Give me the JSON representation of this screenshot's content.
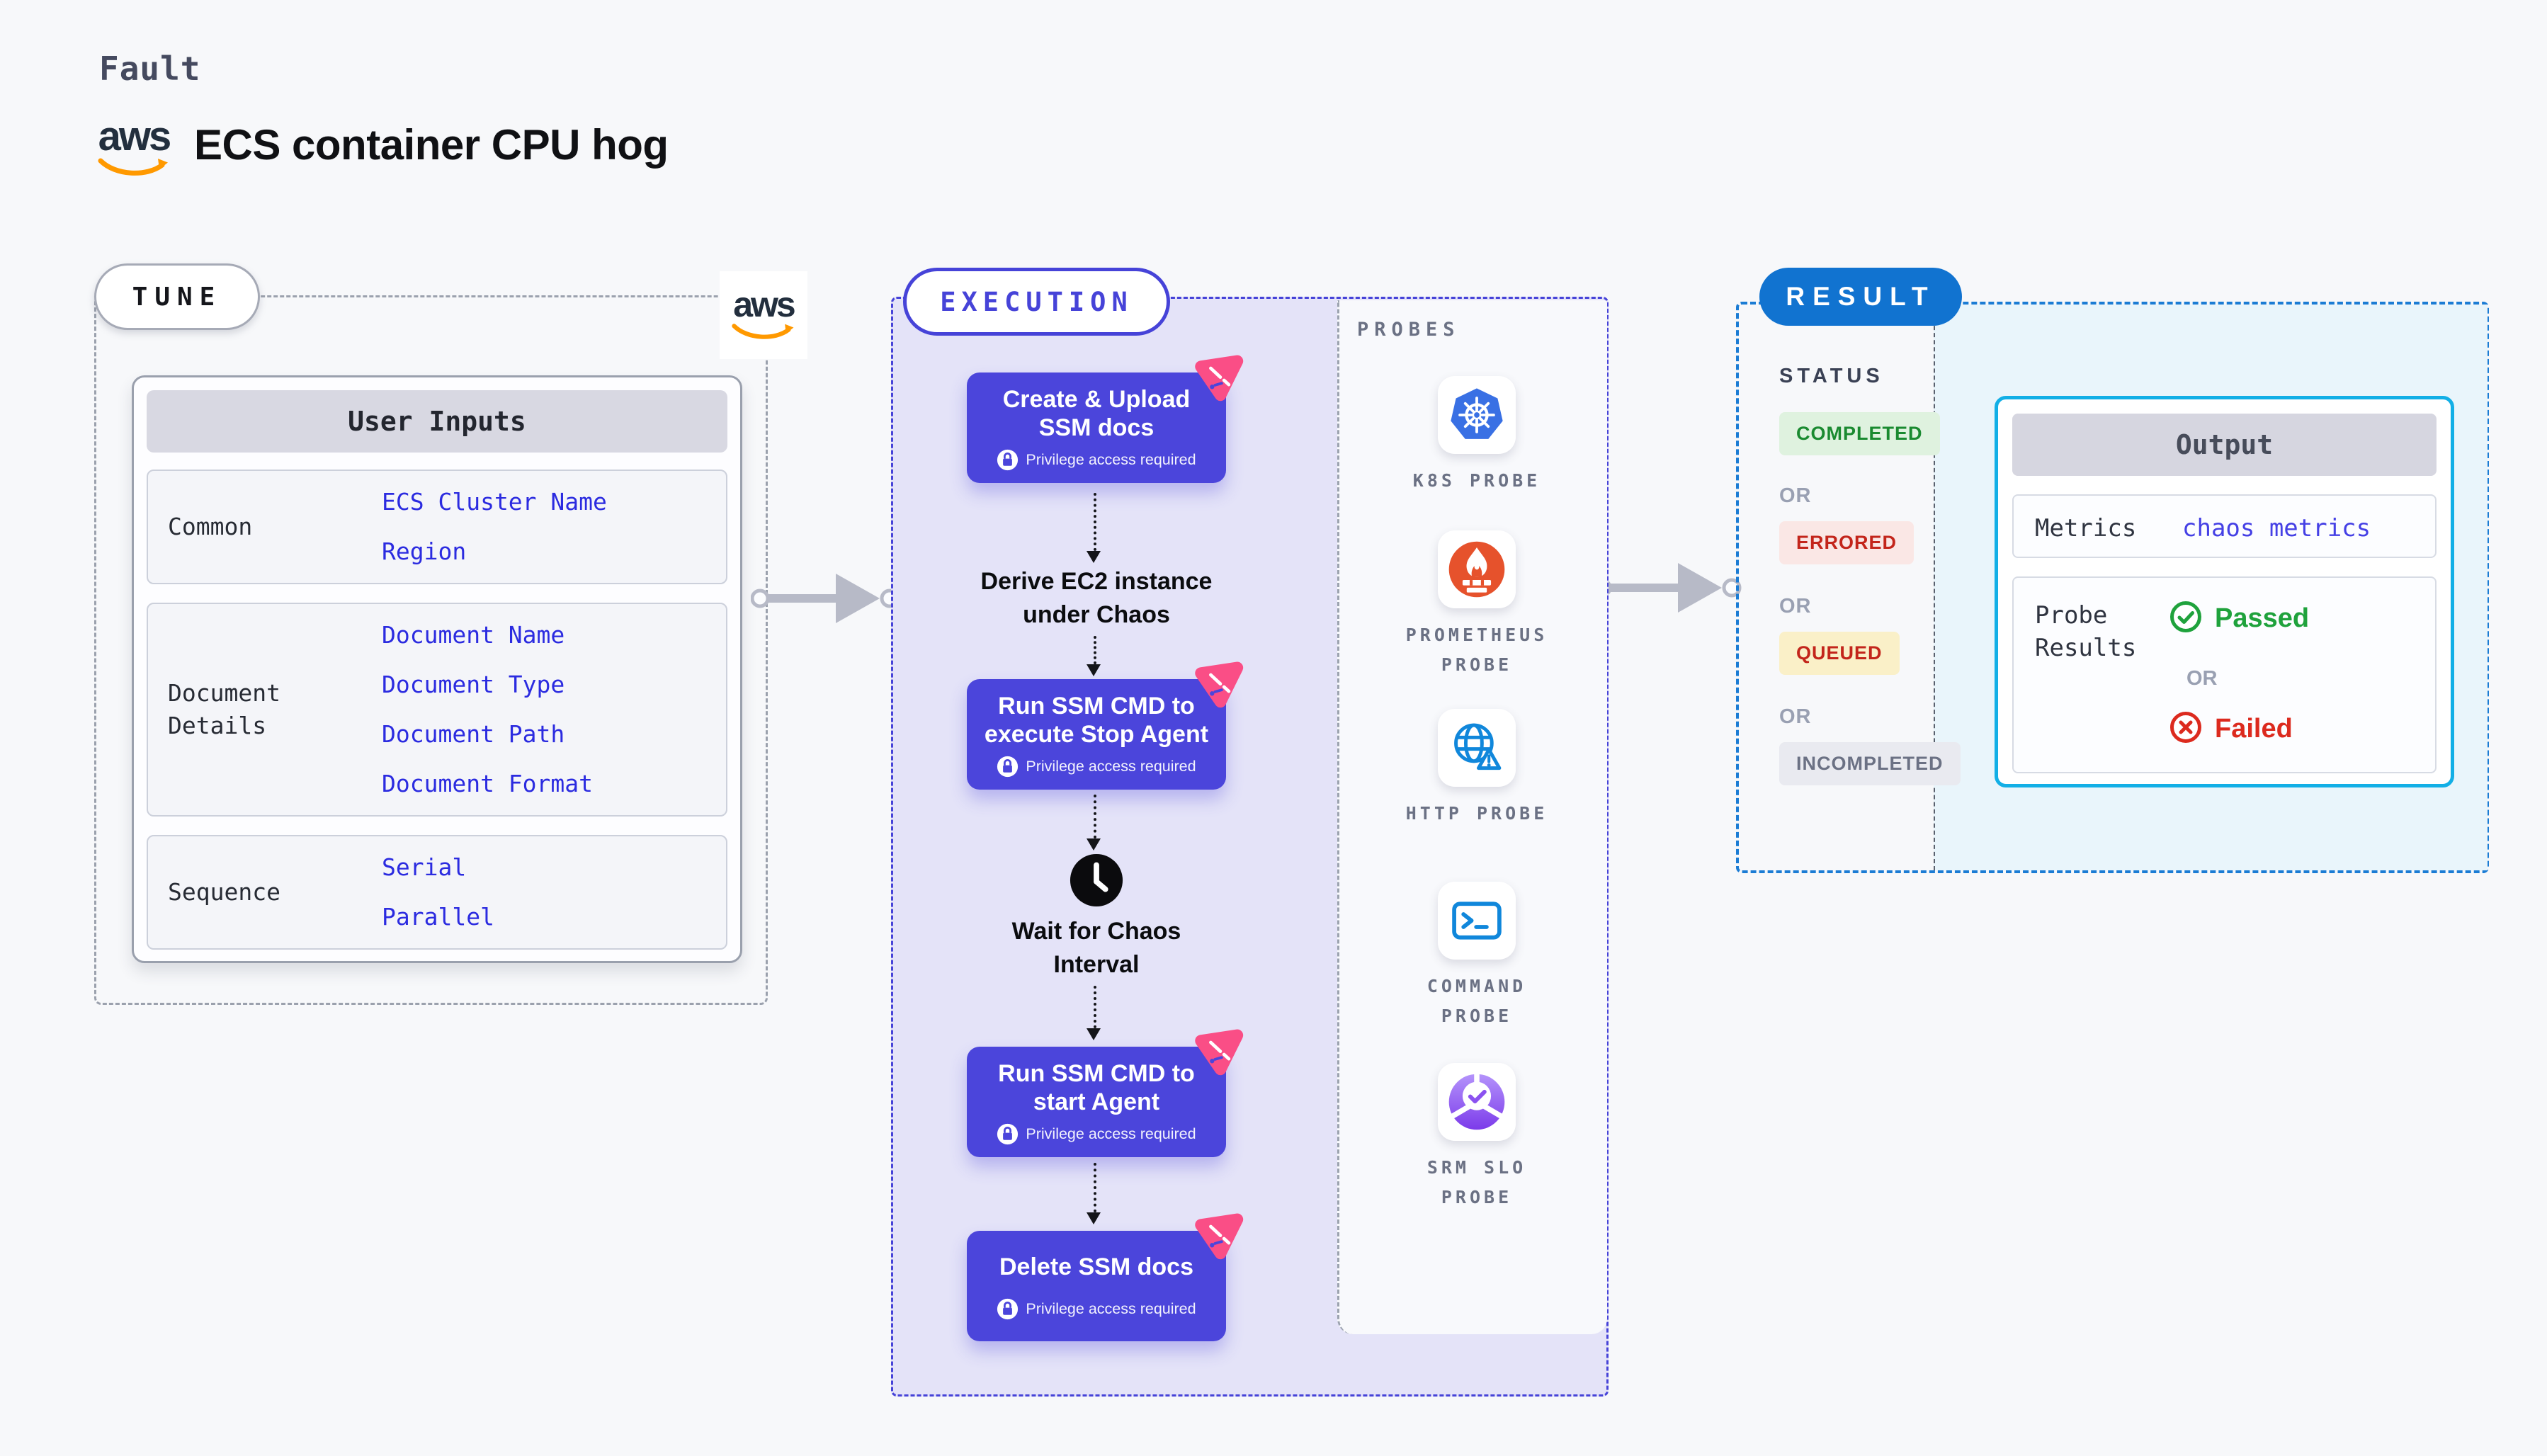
{
  "header": {
    "eyebrow": "Fault",
    "title": "ECS container CPU hog"
  },
  "aws": {
    "text": "aws"
  },
  "tune": {
    "label": "TUNE",
    "user_inputs": {
      "header": "User Inputs",
      "rows": [
        {
          "label": "Common",
          "values": [
            "ECS Cluster Name",
            "Region"
          ]
        },
        {
          "label": "Document\nDetails",
          "values": [
            "Document Name",
            "Document Type",
            "Document Path",
            "Document Format"
          ]
        },
        {
          "label": "Sequence",
          "values": [
            "Serial",
            "Parallel"
          ]
        }
      ]
    }
  },
  "execution": {
    "label": "EXECUTION",
    "privilege_note": "Privilege access required",
    "steps": [
      {
        "title": "Create & Upload\nSSM docs"
      },
      {
        "title": "Run SSM CMD to\nexecute Stop Agent"
      },
      {
        "title": "Run SSM CMD to\nstart Agent"
      },
      {
        "title": "Delete SSM docs"
      }
    ],
    "annotations": [
      {
        "text": "Derive EC2 instance\nunder Chaos"
      },
      {
        "text": "Wait for Chaos\nInterval"
      }
    ]
  },
  "probes": {
    "label": "PROBES",
    "items": [
      {
        "label": "K8S PROBE",
        "icon": "kubernetes-icon"
      },
      {
        "label": "PROMETHEUS\nPROBE",
        "icon": "prometheus-icon"
      },
      {
        "label": "HTTP PROBE",
        "icon": "http-globe-warning-icon"
      },
      {
        "label": "COMMAND\nPROBE",
        "icon": "terminal-icon"
      },
      {
        "label": "SRM SLO\nPROBE",
        "icon": "slo-gauge-check-icon"
      }
    ]
  },
  "result": {
    "label": "RESULT",
    "status": {
      "heading": "STATUS",
      "or": "OR",
      "badges": [
        {
          "label": "COMPLETED",
          "state": "completed"
        },
        {
          "label": "ERRORED",
          "state": "errored"
        },
        {
          "label": "QUEUED",
          "state": "queued"
        },
        {
          "label": "INCOMPLETED",
          "state": "incompleted"
        }
      ]
    },
    "output": {
      "header": "Output",
      "metrics_label": "Metrics",
      "metrics_value": "chaos metrics",
      "probe_results_label": "Probe\nResults",
      "passed_label": "Passed",
      "failed_label": "Failed",
      "or": "OR"
    }
  },
  "colors": {
    "accent_indigo": "#4B45DB",
    "accent_pink": "#FA4E86",
    "accent_blue": "#1173D0",
    "accent_cyan": "#12AFE6",
    "link_blue": "#2B2BE0",
    "passed_green": "#1FA23C",
    "failed_red": "#DC2A1E",
    "aws_orange": "#FF9900",
    "kubernetes_blue": "#3970E4",
    "prometheus_orange": "#E6522C"
  }
}
